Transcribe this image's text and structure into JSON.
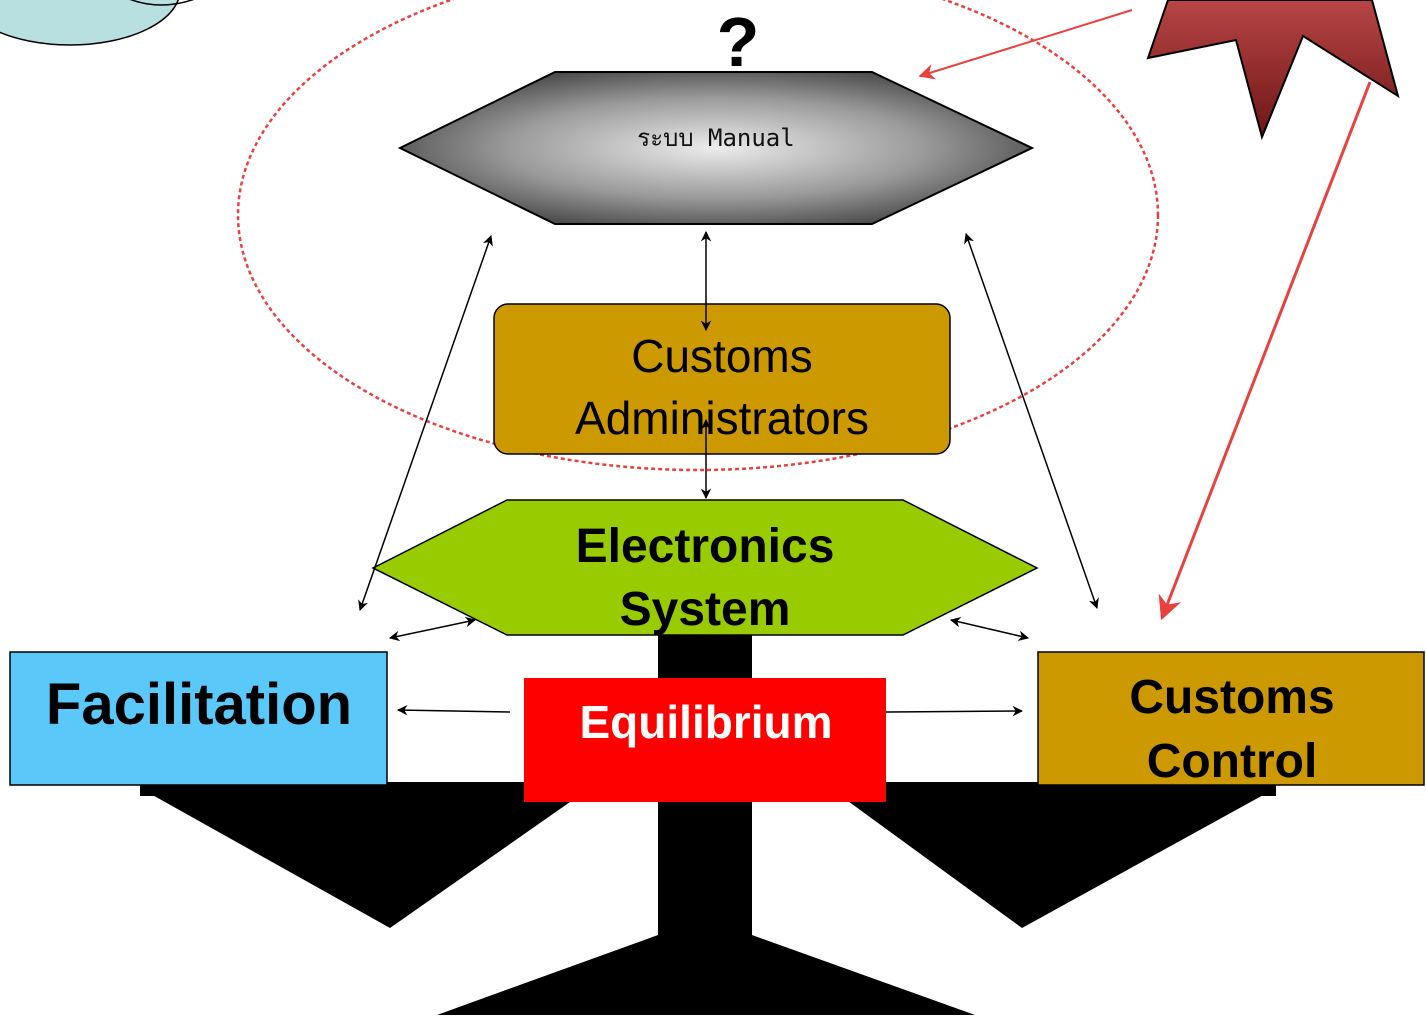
{
  "diagram": {
    "question_mark": "?",
    "manual_system": "ระบบ Manual",
    "administrators": {
      "line1": "Customs",
      "line2": "Administrators"
    },
    "electronics": {
      "line1": "Electronics",
      "line2": "System"
    },
    "facilitation": "Facilitation",
    "equilibrium": "Equilibrium",
    "customs_control": {
      "line1": "Customs",
      "line2": "Control"
    }
  },
  "colors": {
    "facilitation_fill": "#5bc8fa",
    "equilibrium_fill": "#ff0000",
    "customs_fill": "#cc9900",
    "electronics_fill": "#99cc00",
    "scale": "#000000",
    "highlight": "#e8423f",
    "cloud_fill": "#b8e0e0",
    "star_fill": "#9a2a2a"
  }
}
